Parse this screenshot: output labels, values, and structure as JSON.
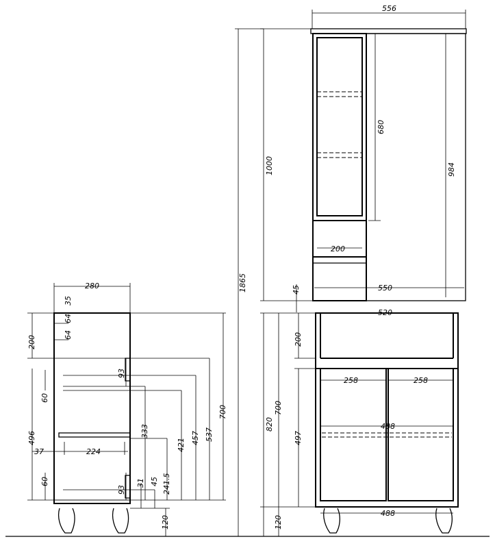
{
  "drawing": {
    "top_width": "556",
    "top_width_inner": "550",
    "top_height_total": "1000",
    "top_shelf_section": "680",
    "top_right_height": "984",
    "top_drawer_width": "200",
    "top_bottom_gap": "45",
    "overall_height": "1865",
    "side_depth": "280",
    "side_dim_35": "35",
    "side_dim_64a": "64",
    "side_dim_64b": "64",
    "side_dim_200": "200",
    "side_dim_496": "496",
    "side_dim_60a": "60",
    "side_dim_60b": "60",
    "side_dim_37": "37",
    "side_dim_224": "224",
    "side_dim_93a": "93",
    "side_dim_93b": "93",
    "side_dim_333": "333",
    "side_dim_421": "421",
    "side_dim_457": "457",
    "side_dim_537": "537",
    "side_dim_700": "700",
    "side_dim_241_5": "241.5",
    "side_dim_31": "31",
    "side_dim_45": "45",
    "side_dim_120": "120",
    "front_width": "520",
    "front_dim_200": "200",
    "front_dim_700": "700",
    "front_dim_820": "820",
    "front_dim_497": "497",
    "front_door_left": "258",
    "front_door_right": "258",
    "front_shelf_width": "488",
    "front_bottom_width": "488",
    "front_dim_120": "120"
  }
}
